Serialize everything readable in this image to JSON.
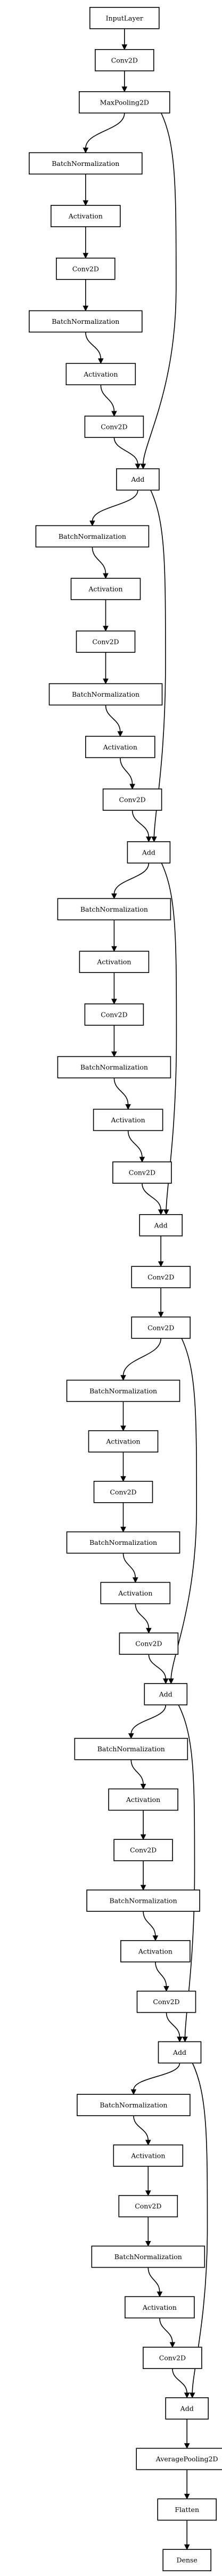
{
  "diagram": {
    "type": "flowchart",
    "colors": {
      "line": "#000000",
      "node_fill": "#ffffff",
      "background": "#ffffff"
    },
    "nodes": [
      {
        "id": "n0",
        "label": "InputLayer"
      },
      {
        "id": "n1",
        "label": "Conv2D"
      },
      {
        "id": "n2",
        "label": "MaxPooling2D"
      },
      {
        "id": "n3",
        "label": "BatchNormalization"
      },
      {
        "id": "n4",
        "label": "Activation"
      },
      {
        "id": "n5",
        "label": "Conv2D"
      },
      {
        "id": "n6",
        "label": "BatchNormalization"
      },
      {
        "id": "n7",
        "label": "Activation"
      },
      {
        "id": "n8",
        "label": "Conv2D"
      },
      {
        "id": "n9",
        "label": "Add"
      },
      {
        "id": "n10",
        "label": "BatchNormalization"
      },
      {
        "id": "n11",
        "label": "Activation"
      },
      {
        "id": "n12",
        "label": "Conv2D"
      },
      {
        "id": "n13",
        "label": "BatchNormalization"
      },
      {
        "id": "n14",
        "label": "Activation"
      },
      {
        "id": "n15",
        "label": "Conv2D"
      },
      {
        "id": "n16",
        "label": "Add"
      },
      {
        "id": "n17",
        "label": "BatchNormalization"
      },
      {
        "id": "n18",
        "label": "Activation"
      },
      {
        "id": "n19",
        "label": "Conv2D"
      },
      {
        "id": "n20",
        "label": "BatchNormalization"
      },
      {
        "id": "n21",
        "label": "Activation"
      },
      {
        "id": "n22",
        "label": "Conv2D"
      },
      {
        "id": "n23",
        "label": "Add"
      },
      {
        "id": "n24",
        "label": "Conv2D"
      },
      {
        "id": "n25",
        "label": "Conv2D"
      },
      {
        "id": "n26",
        "label": "BatchNormalization"
      },
      {
        "id": "n27",
        "label": "Activation"
      },
      {
        "id": "n28",
        "label": "Conv2D"
      },
      {
        "id": "n29",
        "label": "BatchNormalization"
      },
      {
        "id": "n30",
        "label": "Activation"
      },
      {
        "id": "n31",
        "label": "Conv2D"
      },
      {
        "id": "n32",
        "label": "Add"
      },
      {
        "id": "n33",
        "label": "BatchNormalization"
      },
      {
        "id": "n34",
        "label": "Activation"
      },
      {
        "id": "n35",
        "label": "Conv2D"
      },
      {
        "id": "n36",
        "label": "BatchNormalization"
      },
      {
        "id": "n37",
        "label": "Activation"
      },
      {
        "id": "n38",
        "label": "Conv2D"
      },
      {
        "id": "n39",
        "label": "Add"
      },
      {
        "id": "n40",
        "label": "BatchNormalization"
      },
      {
        "id": "n41",
        "label": "Activation"
      },
      {
        "id": "n42",
        "label": "Conv2D"
      },
      {
        "id": "n43",
        "label": "BatchNormalization"
      },
      {
        "id": "n44",
        "label": "Activation"
      },
      {
        "id": "n45",
        "label": "Conv2D"
      },
      {
        "id": "n46",
        "label": "Add"
      },
      {
        "id": "n47",
        "label": "AveragePooling2D"
      },
      {
        "id": "n48",
        "label": "Flatten"
      },
      {
        "id": "n49",
        "label": "Dense"
      }
    ],
    "edges": [
      [
        "n0",
        "n1"
      ],
      [
        "n1",
        "n2"
      ],
      [
        "n2",
        "n3"
      ],
      [
        "n2",
        "n9"
      ],
      [
        "n3",
        "n4"
      ],
      [
        "n4",
        "n5"
      ],
      [
        "n5",
        "n6"
      ],
      [
        "n6",
        "n7"
      ],
      [
        "n7",
        "n8"
      ],
      [
        "n8",
        "n9"
      ],
      [
        "n9",
        "n10"
      ],
      [
        "n9",
        "n16"
      ],
      [
        "n10",
        "n11"
      ],
      [
        "n11",
        "n12"
      ],
      [
        "n12",
        "n13"
      ],
      [
        "n13",
        "n14"
      ],
      [
        "n14",
        "n15"
      ],
      [
        "n15",
        "n16"
      ],
      [
        "n16",
        "n17"
      ],
      [
        "n16",
        "n23"
      ],
      [
        "n17",
        "n18"
      ],
      [
        "n18",
        "n19"
      ],
      [
        "n19",
        "n20"
      ],
      [
        "n20",
        "n21"
      ],
      [
        "n21",
        "n22"
      ],
      [
        "n22",
        "n23"
      ],
      [
        "n23",
        "n24"
      ],
      [
        "n24",
        "n25"
      ],
      [
        "n25",
        "n26"
      ],
      [
        "n25",
        "n32"
      ],
      [
        "n26",
        "n27"
      ],
      [
        "n27",
        "n28"
      ],
      [
        "n28",
        "n29"
      ],
      [
        "n29",
        "n30"
      ],
      [
        "n30",
        "n31"
      ],
      [
        "n31",
        "n32"
      ],
      [
        "n32",
        "n33"
      ],
      [
        "n32",
        "n39"
      ],
      [
        "n33",
        "n34"
      ],
      [
        "n34",
        "n35"
      ],
      [
        "n35",
        "n36"
      ],
      [
        "n36",
        "n37"
      ],
      [
        "n37",
        "n38"
      ],
      [
        "n38",
        "n39"
      ],
      [
        "n39",
        "n40"
      ],
      [
        "n39",
        "n46"
      ],
      [
        "n40",
        "n41"
      ],
      [
        "n41",
        "n42"
      ],
      [
        "n42",
        "n43"
      ],
      [
        "n43",
        "n44"
      ],
      [
        "n44",
        "n45"
      ],
      [
        "n45",
        "n46"
      ],
      [
        "n46",
        "n47"
      ],
      [
        "n47",
        "n48"
      ],
      [
        "n48",
        "n49"
      ]
    ]
  }
}
